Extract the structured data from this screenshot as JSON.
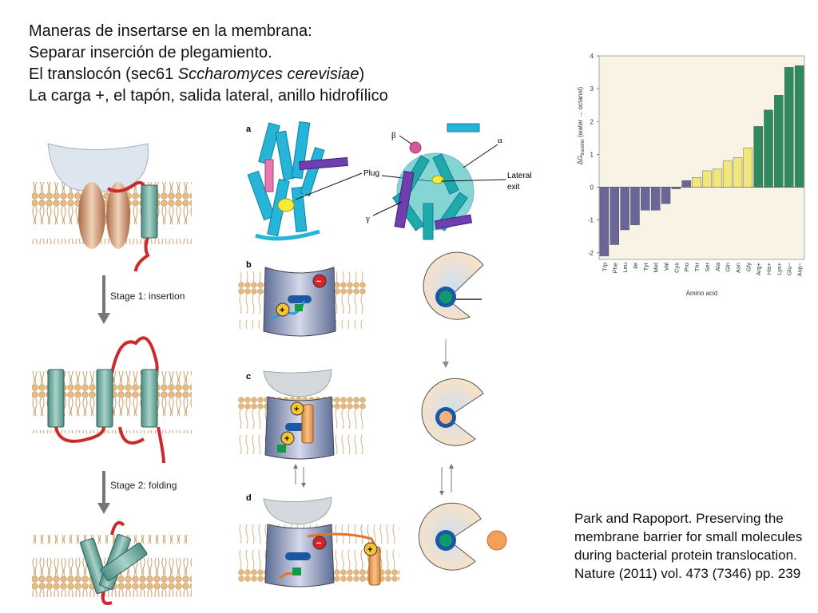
{
  "slide": {
    "title_lines": [
      "Maneras de insertarse en la membrana:",
      "Separar inserción de plegamiento.",
      "El translocón (sec61 ",
      "La carga +, el tapón, salida lateral, anillo hidrofílico"
    ],
    "title_italic": "Sccharomyces cerevisiae",
    "title_close": ")",
    "citation": "Park and Rapoport. Preserving the membrane barrier for small molecules during bacterial protein translocation. Nature (2011) vol. 473 (7346) pp. 239"
  },
  "left_panel": {
    "stage1_label": "Stage 1: insertion",
    "stage2_label": "Stage 2: folding"
  },
  "middle_panel": {
    "panel_letters": [
      "a",
      "b",
      "c",
      "d"
    ],
    "labels": {
      "plug": "Plug",
      "lateral": "Lateral",
      "exit": "exit",
      "alpha": "α",
      "beta": "β",
      "gamma": "γ"
    },
    "plus": "+",
    "minus": "−"
  },
  "chart_data": {
    "type": "bar",
    "categories": [
      "Trp",
      "Phe",
      "Leu",
      "Ile",
      "Tyr",
      "Met",
      "Val",
      "Cys",
      "Pro",
      "Thr",
      "Ser",
      "Ala",
      "Gln",
      "Asn",
      "Gly",
      "Arg+",
      "His+",
      "Lys+",
      "Glu−",
      "Asp−"
    ],
    "values": [
      -2.1,
      -1.75,
      -1.3,
      -1.15,
      -0.7,
      -0.7,
      -0.5,
      -0.05,
      0.2,
      0.3,
      0.5,
      0.55,
      0.8,
      0.9,
      1.2,
      1.85,
      2.35,
      2.8,
      3.65,
      3.7
    ],
    "bar_colors": [
      "#6b6699",
      "#6b6699",
      "#6b6699",
      "#6b6699",
      "#6b6699",
      "#6b6699",
      "#6b6699",
      "#6b6699",
      "#6b6699",
      "#f2e77a",
      "#f2e77a",
      "#f2e77a",
      "#f2e77a",
      "#f2e77a",
      "#f2e77a",
      "#2e8b5f",
      "#2e8b5f",
      "#2e8b5f",
      "#2e8b5f",
      "#2e8b5f"
    ],
    "ylabel": "ΔG",
    "ylabel_sub": "transfer",
    "ylabel_rest": " (water → octanol)",
    "xlabel": "Amino acid",
    "ylim": [
      -2.2,
      4
    ],
    "yticks": [
      "-2",
      "-1",
      "0",
      "1",
      "2",
      "3",
      "4"
    ],
    "background": "#f8f3e4",
    "grid": false
  }
}
